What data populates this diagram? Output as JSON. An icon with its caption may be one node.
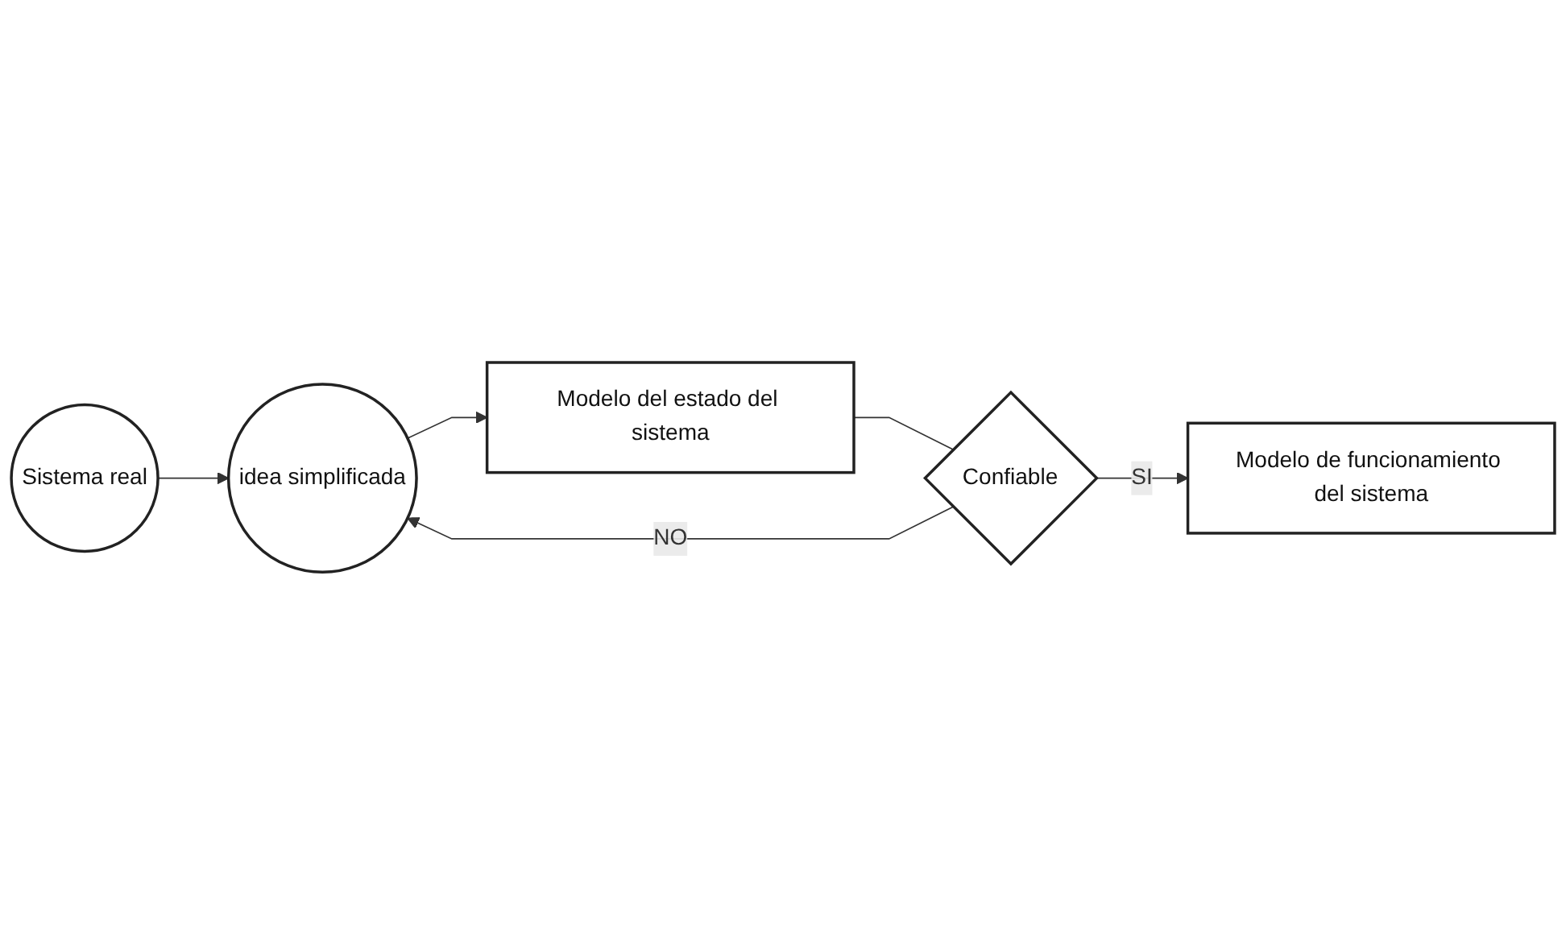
{
  "diagram": {
    "nodes": [
      {
        "text": [
          "Sistema real"
        ]
      },
      {
        "text": [
          "idea simplificada"
        ]
      },
      {
        "text": [
          "Modelo del estado del sistema"
        ]
      },
      {
        "text": [
          "Confiable"
        ]
      },
      {
        "text": [
          "Modelo de funcionamiento del sistema"
        ]
      }
    ],
    "edges": [
      {
        "from": 0,
        "to": 1,
        "arrow": "to"
      },
      {
        "from": 1,
        "to": 2,
        "arrow": "to"
      },
      {
        "from": 2,
        "to": 3,
        "arrow": "none"
      },
      {
        "from": 3,
        "to": 1,
        "arrow": "to",
        "label": "NO"
      },
      {
        "from": 3,
        "to": 4,
        "arrow": "to",
        "label": "SI"
      }
    ]
  }
}
